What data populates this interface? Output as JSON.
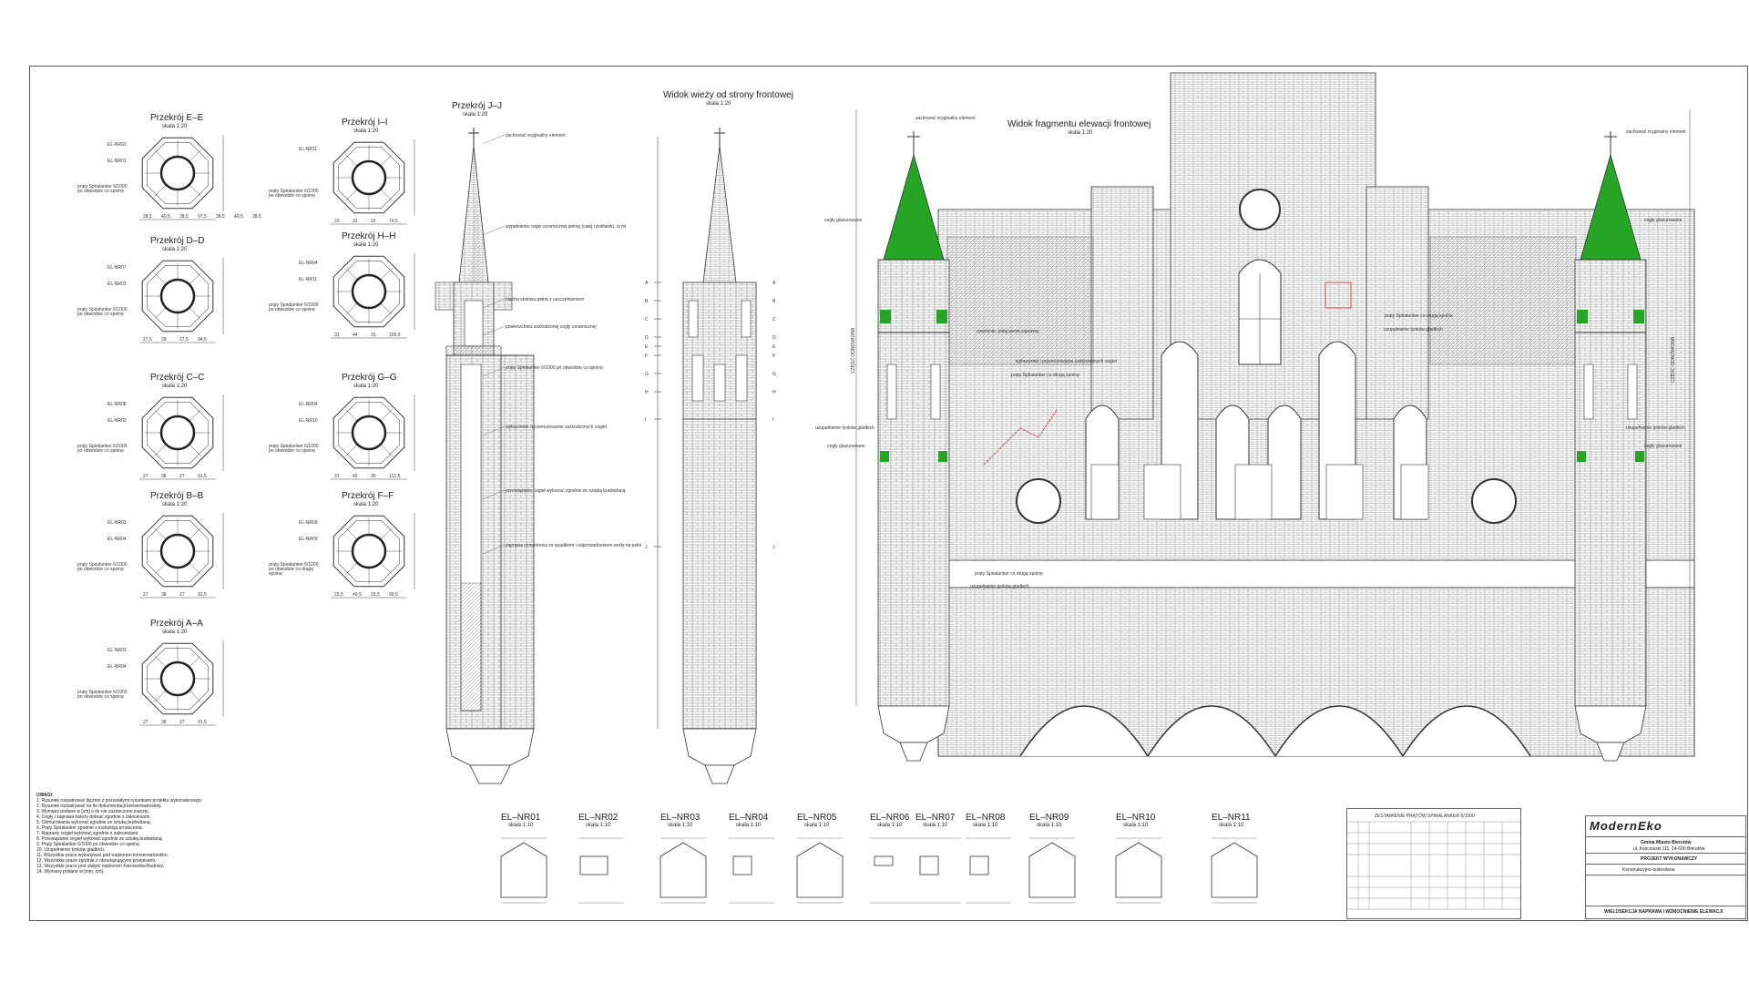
{
  "sections": [
    {
      "title": "Przekrój E–E",
      "scale": "skala 1:20",
      "tags": [
        "EL-NR03",
        "EL-NR01"
      ],
      "note": "prąty Spiralanker 6/1000 po obwodzie co spoinę",
      "dims": [
        "28,5",
        "40,5",
        "28,5",
        "97,5",
        "28,5",
        "40,5",
        "28,5"
      ]
    },
    {
      "title": "Przekrój I–I",
      "scale": "skala 1:20",
      "tags": [
        "EL-NR11"
      ],
      "note": "prąty Spiralanker 6/1000 po obwodzie co spoinę",
      "dims": [
        "22",
        "31",
        "22",
        "74,5"
      ]
    },
    {
      "title": "Przekrój D–D",
      "scale": "skala 1:20",
      "tags": [
        "EL-NR07",
        "EL-NR03"
      ],
      "note": "prąty Spiralanker 6/1000 po obwodzie co spoinę",
      "dims": [
        "27,5",
        "39",
        "27,5",
        "94,5"
      ]
    },
    {
      "title": "Przekrój H–H",
      "scale": "skala 1:20",
      "tags": [
        "EL-NR04",
        "EL-NR11"
      ],
      "note": "prąty Spiralanker 6/1000 po obwodzie co spoinę",
      "dims": [
        "31",
        "44",
        "31",
        "105,5"
      ]
    },
    {
      "title": "Przekrój C–C",
      "scale": "skala 1:20",
      "tags": [
        "EL-NR08",
        "EL-NR02"
      ],
      "note": "prąty Spiralanker 6/1000 po obwodzie co spoinę",
      "dims": [
        "27",
        "38",
        "27",
        "91,5"
      ]
    },
    {
      "title": "Przekrój G–G",
      "scale": "skala 1:20",
      "tags": [
        "EL-NR04",
        "EL-NR10"
      ],
      "note": "prąty Spiralanker 6/1000 po obwodzie co spoinę",
      "dims": [
        "37",
        "42",
        "30",
        "121,5"
      ]
    },
    {
      "title": "Przekrój B–B",
      "scale": "skala 1:20",
      "tags": [
        "EL-NR03",
        "EL-NR04"
      ],
      "note": "prąty Spiralanker 6/1000 po obwodzie co spoinę",
      "dims": [
        "27",
        "38",
        "27",
        "91,5"
      ]
    },
    {
      "title": "Przekrój F–F",
      "scale": "skala 1:20",
      "tags": [
        "EL-NR09",
        "EL-NR09"
      ],
      "note": "prąty Spiralanker 6/1000 po obwodzie co drugą spoinę",
      "dims": [
        "29,5",
        "40,5",
        "29,5",
        "99,5"
      ]
    },
    {
      "title": "Przekrój A–A",
      "scale": "skala 1:20",
      "tags": [
        "EL-NR03",
        "EL-NR04"
      ],
      "note": "prąty Spiralanker 6/1000 po obwodzie co spoinę",
      "dims": [
        "27",
        "38",
        "27",
        "91,5"
      ]
    }
  ],
  "section_jj": {
    "title": "Przekrój J–J",
    "scale": "skala 1:20",
    "notes": [
      "zachować oryginalny element",
      "wypełnienie cegły ceramicznej pełnej (całej i połówek), w miejscach niedostępnych zaprawa wapienno-piaskowa",
      "blacha stalowa pełna z uszczelnieniem",
      "powierzchnia uszkodzonej cegły ceramicznej",
      "prąty Spiralanker 6/1000 po obwodzie co spoinę",
      "wyburzenie i przemurowanie uszkodzonych cegieł",
      "przewiązanie cegieł wykonać zgodnie ze sztuką budowlaną",
      "zaprawa cementowa ze spadkiem i odprowadzeniem wody na pełni docelowej"
    ]
  },
  "tower_front": {
    "title": "Widok wieży od strony frontowej",
    "scale": "skala 1:20",
    "levels": [
      "A",
      "B",
      "C",
      "D",
      "E",
      "F",
      "G",
      "H",
      "I",
      "J"
    ]
  },
  "elevation": {
    "title": "Widok fragmentu elewacji frontowej",
    "scale": "skala 1:20",
    "left_notes": [
      "zachować oryginalny element",
      "cegły glazurowane",
      "uzupełnienie tynków gładkich",
      "cegły glazurowane"
    ],
    "right_notes": [
      "zachować oryginalny element",
      "cegły glazurowane",
      "uzupełnienie tynków gładkich",
      "cegły glazurowane"
    ],
    "center_notes": [
      "zwężenie, połączenie zaprawą",
      "wyburzenie i przemurowanie uszkodzonych cegieł",
      "prąty Spiralanker co drugą spoinę",
      "prąty Spiralanker co drugą spoinę",
      "uzupełnienie tynków gładkich",
      "prąty Spiralanker co drugą spoinę",
      "uzupełnienie tynków gładkich"
    ],
    "side_label": "CZĘŚĆ ODNOWIONA"
  },
  "elements": [
    {
      "id": "EL–NR01",
      "scale": "skala 1:10"
    },
    {
      "id": "EL–NR02",
      "scale": "skala 1:10"
    },
    {
      "id": "EL–NR03",
      "scale": "skala 1:10"
    },
    {
      "id": "EL–NR04",
      "scale": "skala 1:10"
    },
    {
      "id": "EL–NR05",
      "scale": "skala 1:10"
    },
    {
      "id": "EL–NR06",
      "scale": "skala 1:10"
    },
    {
      "id": "EL–NR07",
      "scale": "skala 1:10"
    },
    {
      "id": "EL–NR08",
      "scale": "skala 1:10"
    },
    {
      "id": "EL–NR09",
      "scale": "skala 1:10"
    },
    {
      "id": "EL–NR10",
      "scale": "skala 1:10"
    },
    {
      "id": "EL–NR11",
      "scale": "skala 1:10"
    }
  ],
  "notes_heading": "UWAGI:",
  "notes": [
    "1. Rysunek rozpatrywać łącznie z pozostałymi rysunkami projektu wykonawczego.",
    "2. Rysunek rozpatrywać na tle dokumentacji konserwatorskiej.",
    "3. Wymiary podane w [cm] o ile nie zaznaczono inaczej.",
    "4. Cegły i zaprawa należy dobrać zgodnie z zaleceniami.",
    "5. Obmurowania wykonać zgodnie ze sztuką budowlaną.",
    "6. Prąty Spiralanker zgodnie z instrukcją producenta.",
    "7. Naprawy cegieł wykonać zgodnie z zaleceniami.",
    "8. Przewiązanie cegieł wykonać zgodnie ze sztuką budowlaną.",
    "9. Prąty Spiralanker 6/1000 po obwodzie co spoinę.",
    "10. Uzupełnienie tynków gładkich.",
    "11. Wszystkie prace wykonywać pod nadzorem konserwatorskim.",
    "12. Wszystkie prace zgodnie z obowiązującymi przepisami.",
    "13. Wszystkie prace pod stałym nadzorem Kierownika Budowy.",
    "14. Wymiary podane w [mm, cm]."
  ],
  "table_title": "ZESTAWIENIE PRĄTÓW SPIRALANKER 6/1000",
  "title_block": {
    "logo": "ModernEko",
    "client": "Gmina Miasto Bierutów",
    "address": "ul. Kościuszki 111, 14-600 Bierutów",
    "project": "PROJEKT WYKONAWCZY",
    "branch": "Konstrukcyjno-budowlana",
    "drawing": "WIELOSEKCJA NAPRAWA I WZMOCNIENIE ELEWACJI"
  },
  "colors": {
    "glazed": "#25a425",
    "mortar": "#d82020",
    "line": "#333333"
  }
}
